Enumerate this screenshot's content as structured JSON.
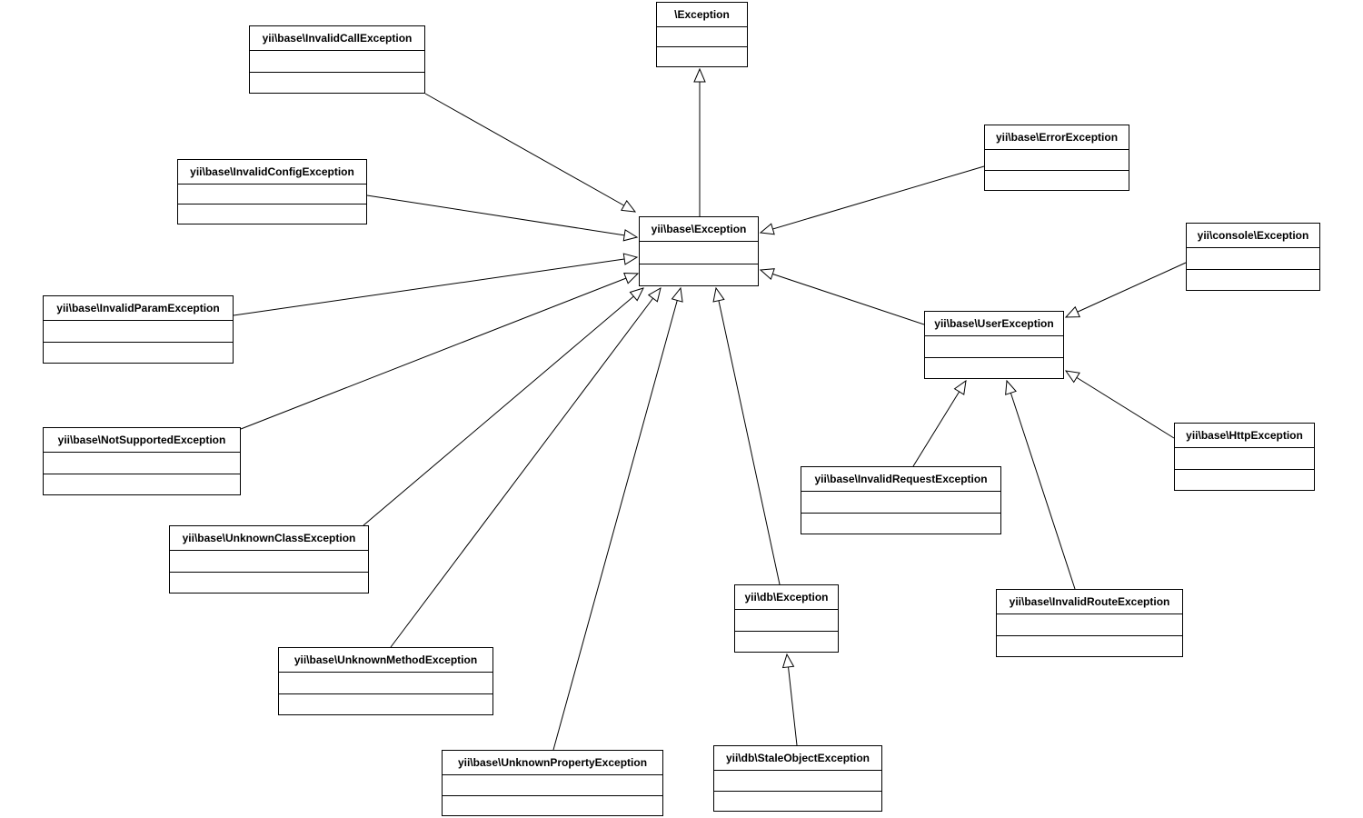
{
  "diagram": {
    "type": "uml-class-diagram",
    "stroke_color": "#000000",
    "background_color": "#ffffff",
    "nodes": [
      {
        "id": "exception_root",
        "label": "\\Exception"
      },
      {
        "id": "base_exception",
        "label": "yii\\base\\Exception"
      },
      {
        "id": "invalid_call",
        "label": "yii\\base\\InvalidCallException"
      },
      {
        "id": "invalid_config",
        "label": "yii\\base\\InvalidConfigException"
      },
      {
        "id": "invalid_param",
        "label": "yii\\base\\InvalidParamException"
      },
      {
        "id": "not_supported",
        "label": "yii\\base\\NotSupportedException"
      },
      {
        "id": "unknown_class",
        "label": "yii\\base\\UnknownClassException"
      },
      {
        "id": "unknown_method",
        "label": "yii\\base\\UnknownMethodException"
      },
      {
        "id": "unknown_property",
        "label": "yii\\base\\UnknownPropertyException"
      },
      {
        "id": "error_exception",
        "label": "yii\\base\\ErrorException"
      },
      {
        "id": "console_exception",
        "label": "yii\\console\\Exception"
      },
      {
        "id": "user_exception",
        "label": "yii\\base\\UserException"
      },
      {
        "id": "http_exception",
        "label": "yii\\base\\HttpException"
      },
      {
        "id": "invalid_request",
        "label": "yii\\base\\InvalidRequestException"
      },
      {
        "id": "invalid_route",
        "label": "yii\\base\\InvalidRouteException"
      },
      {
        "id": "db_exception",
        "label": "yii\\db\\Exception"
      },
      {
        "id": "stale_object",
        "label": "yii\\db\\StaleObjectException"
      }
    ],
    "edges": [
      {
        "from": "base_exception",
        "to": "exception_root",
        "type": "generalization"
      },
      {
        "from": "invalid_call",
        "to": "base_exception",
        "type": "generalization"
      },
      {
        "from": "invalid_config",
        "to": "base_exception",
        "type": "generalization"
      },
      {
        "from": "invalid_param",
        "to": "base_exception",
        "type": "generalization"
      },
      {
        "from": "not_supported",
        "to": "base_exception",
        "type": "generalization"
      },
      {
        "from": "unknown_class",
        "to": "base_exception",
        "type": "generalization"
      },
      {
        "from": "unknown_method",
        "to": "base_exception",
        "type": "generalization"
      },
      {
        "from": "unknown_property",
        "to": "base_exception",
        "type": "generalization"
      },
      {
        "from": "error_exception",
        "to": "base_exception",
        "type": "generalization"
      },
      {
        "from": "user_exception",
        "to": "base_exception",
        "type": "generalization"
      },
      {
        "from": "db_exception",
        "to": "base_exception",
        "type": "generalization"
      },
      {
        "from": "console_exception",
        "to": "user_exception",
        "type": "generalization"
      },
      {
        "from": "http_exception",
        "to": "user_exception",
        "type": "generalization"
      },
      {
        "from": "invalid_request",
        "to": "user_exception",
        "type": "generalization"
      },
      {
        "from": "invalid_route",
        "to": "user_exception",
        "type": "generalization"
      },
      {
        "from": "stale_object",
        "to": "db_exception",
        "type": "generalization"
      }
    ]
  }
}
